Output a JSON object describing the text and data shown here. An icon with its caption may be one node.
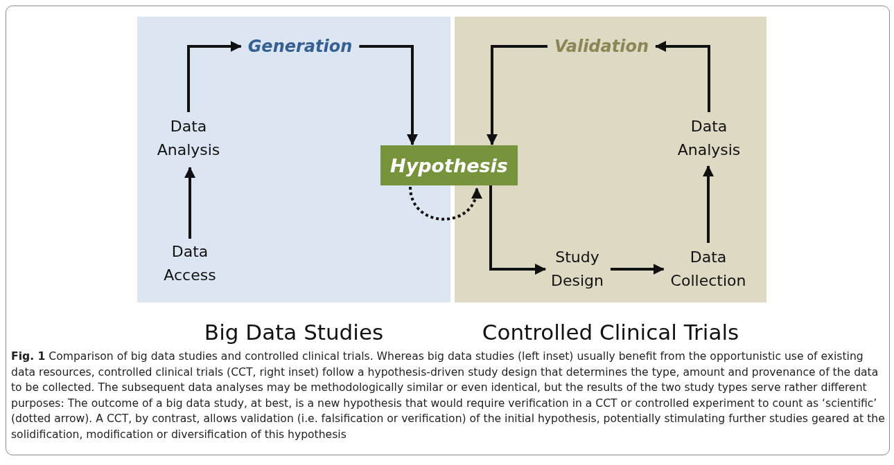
{
  "diagram": {
    "nodes": [
      {
        "text": [
          "Big Data Studies"
        ]
      },
      {
        "text": [
          "Controlled Clinical Trials"
        ]
      },
      {
        "text": [
          "Generation"
        ],
        "in": 0
      },
      {
        "text": [
          "Validation"
        ],
        "in": 1
      },
      {
        "text": [
          "Data Analysis"
        ],
        "in": 0
      },
      {
        "text": [
          "Hypothesis"
        ]
      },
      {
        "text": [
          "Data Access"
        ],
        "in": 0
      },
      {
        "text": [
          "Study Design"
        ],
        "in": 1
      },
      {
        "text": [
          "Data Analysis"
        ],
        "in": 1
      },
      {
        "text": [
          "Data Collection"
        ],
        "in": 1
      }
    ],
    "edges": [
      {
        "from": 6,
        "to": 4,
        "arrow": "to"
      },
      {
        "from": 4,
        "to": 2,
        "arrow": "to"
      },
      {
        "from": 2,
        "to": 5,
        "arrow": "to"
      },
      {
        "from": 5,
        "to": 5,
        "arrow": "to",
        "style": "dashed"
      },
      {
        "from": 5,
        "to": 7,
        "arrow": "to"
      },
      {
        "from": 7,
        "to": 9,
        "arrow": "to"
      },
      {
        "from": 9,
        "to": 8,
        "arrow": "to"
      },
      {
        "from": 8,
        "to": 3,
        "arrow": "to"
      },
      {
        "from": 3,
        "to": 5,
        "arrow": "to"
      }
    ],
    "caption": "**Fig. 1** Comparison of big data studies and controlled clinical trials. Whereas big data studies (left inset) usually benefit from the opportunistic use of existing data resources, controlled clinical trials (CCT, right inset) follow a hypothesis-driven study design that determines the type, amount and provenance of the data to be collected. The subsequent data analyses may be methodologically similar or even identical, but the results of the two study types serve rather different purposes: The outcome of a big data study, at best, is a new hypothesis that would require verification in a CCT or controlled experiment to count as ‘scientific’ (dotted arrow). A CCT, by contrast, allows validation (i.e. falsification or verification) of the initial hypothesis, potentially stimulating further studies geared at the solidification, modification or diversification of this hypothesis"
  }
}
